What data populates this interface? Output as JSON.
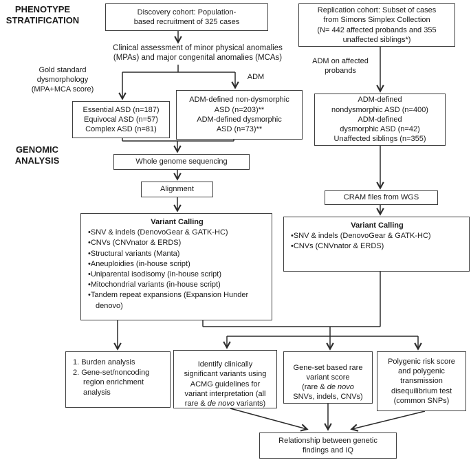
{
  "figure": {
    "section_labels": {
      "phenotype": "PHENOTYPE\nSTRATIFICATION",
      "genomic": "GENOMIC\nANALYSIS"
    },
    "annotations": {
      "clinical_assessment": "Clinical assessment of minor physical anomalies\n(MPAs) and major congenital anomalies (MCAs)",
      "gold_standard": "Gold standard\ndysmorphology\n(MPA+MCA score)",
      "adm": "ADM",
      "adm_probands": "ADM on affected\nprobands"
    },
    "boxes": {
      "discovery": "Discovery cohort: Population-\nbased recruitment of 325 cases",
      "replication": "Replication cohort: Subset of cases\nfrom Simons Simplex Collection\n(N= 442 affected probands and 355\nunaffected siblings*)",
      "essential": "Essential ASD (n=187)\nEquivocal ASD (n=57)\nComplex ASD (n=81)",
      "adm_defined": "ADM-defined non-dysmorphic\nASD (n=203)**\nADM-defined dysmorphic\nASD (n=73)**",
      "replication_groups": "ADM-defined\nnondysmorphic ASD (n=400)\nADM-defined\ndysmorphic ASD (n=42)\nUnaffected siblings (n=355)",
      "wgs": "Whole genome sequencing",
      "alignment": "Alignment",
      "cram": "CRAM files from WGS",
      "variant_calling_left": {
        "title": "Variant Calling",
        "items": [
          "SNV & indels (DenovoGear & GATK-HC)",
          "CNVs (CNVnator & ERDS)",
          "Structural variants (Manta)",
          "Aneuploidies (in-house script)",
          "Uniparental isodisomy (in-house script)",
          "Mitochondrial variants (in-house script)",
          "Tandem repeat expansions (Expansion Hunder denovo)"
        ]
      },
      "variant_calling_right": {
        "title": "Variant Calling",
        "items": [
          "SNV & indels (DenovoGear & GATK-HC)",
          "CNVs (CNVnator & ERDS)"
        ]
      },
      "burden": {
        "items": [
          "1. Burden analysis",
          "2. Gene-set/noncoding region enrichment analysis"
        ]
      },
      "acmg": {
        "pre": "Identify clinically\nsignificant variants using\nACMG guidelines for\nvariant interpretation (all\nrare & ",
        "italic": "de novo",
        "post": " variants)"
      },
      "geneset": {
        "pre": "Gene-set based rare\nvariant score\n(rare & ",
        "italic": "de novo",
        "post": "\nSNVs, indels, CNVs)"
      },
      "polygenic": "Polygenic risk score\nand polygenic\ntransmission\ndisequilibrium test\n(common SNPs)",
      "relationship": "Relationship between genetic\nfindings and IQ"
    },
    "colors": {
      "line": "#2b2b2b",
      "border": "#3f3f3f",
      "text": "#1a1a1a",
      "background": "#ffffff"
    }
  }
}
